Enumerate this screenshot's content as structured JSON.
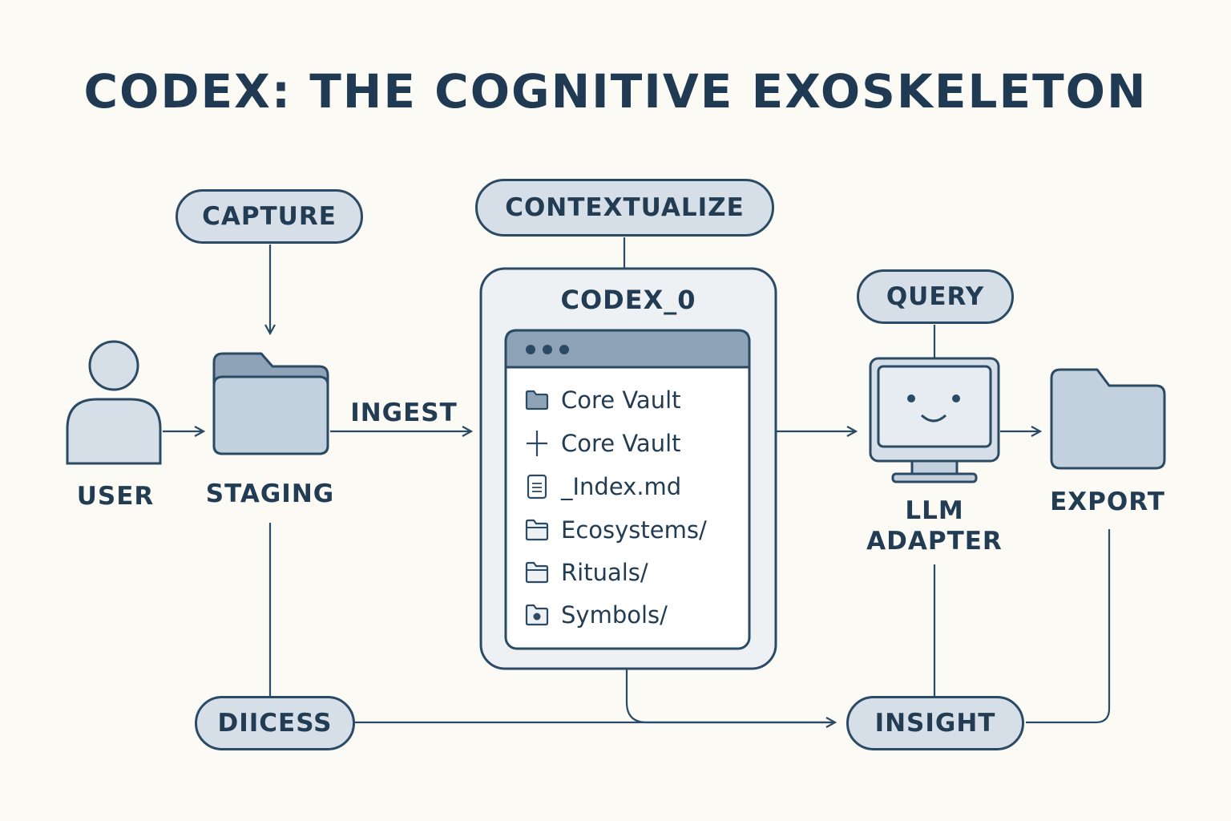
{
  "title": "CODEX: THE COGNITIVE EXOSKELETON",
  "colors": {
    "background": "#fbfaf5",
    "ink": "#2b4a63",
    "fill_light": "#d6dfe8",
    "fill_mid": "#c3d1df",
    "window_bar": "#8fa3b8"
  },
  "pills": {
    "capture": "CAPTURE",
    "contextualize": "CONTEXTUALIZE",
    "query": "QUERY",
    "process": "DIICESS",
    "insight": "INSIGHT"
  },
  "nodes": {
    "user": "USER",
    "staging": "STAGING",
    "ingest": "INGEST",
    "llm_line1": "LLM",
    "llm_line2": "ADAPTER",
    "export": "EXPORT"
  },
  "codex": {
    "title": "CODEX_0",
    "files": [
      {
        "icon": "folder-filled-icon",
        "label": "Core Vault"
      },
      {
        "icon": "plus-icon",
        "label": "Core Vault"
      },
      {
        "icon": "document-icon",
        "label": "_Index.md"
      },
      {
        "icon": "folder-icon",
        "label": "Ecosystems/"
      },
      {
        "icon": "folder-icon",
        "label": "Rituals/"
      },
      {
        "icon": "folder-dot-icon",
        "label": "Symbols/"
      }
    ]
  }
}
